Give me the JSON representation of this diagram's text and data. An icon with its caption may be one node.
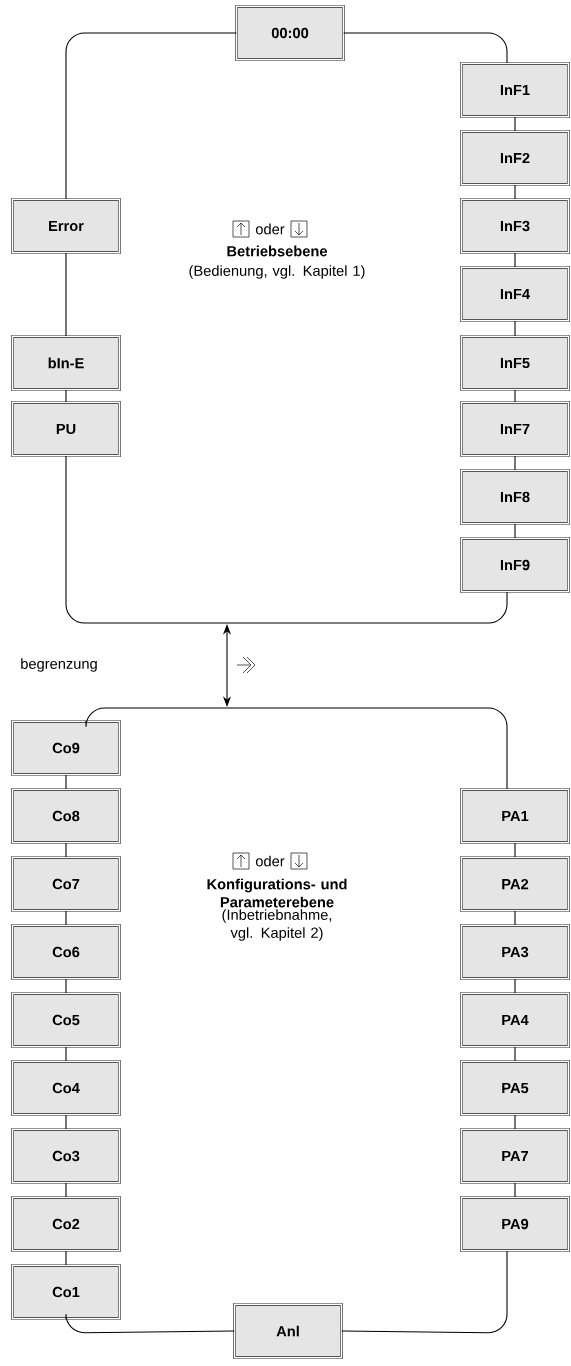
{
  "diagram": {
    "nodes": [
      {
        "text": [
          "00:00"
        ]
      },
      {
        "text": [
          "InF1"
        ]
      },
      {
        "text": [
          "InF2"
        ]
      },
      {
        "text": [
          "InF3"
        ]
      },
      {
        "text": [
          "InF4"
        ]
      },
      {
        "text": [
          "InF5"
        ]
      },
      {
        "text": [
          "InF7"
        ]
      },
      {
        "text": [
          "InF8"
        ]
      },
      {
        "text": [
          "InF9"
        ]
      },
      {
        "text": [
          "Error"
        ]
      },
      {
        "text": [
          "bIn-E"
        ]
      },
      {
        "text": [
          "PU"
        ]
      },
      {
        "text": [
          "Co9"
        ]
      },
      {
        "text": [
          "Co8"
        ]
      },
      {
        "text": [
          "Co7"
        ]
      },
      {
        "text": [
          "Co6"
        ]
      },
      {
        "text": [
          "Co5"
        ]
      },
      {
        "text": [
          "Co4"
        ]
      },
      {
        "text": [
          "Co3"
        ]
      },
      {
        "text": [
          "Co2"
        ]
      },
      {
        "text": [
          "Co1"
        ]
      },
      {
        "text": [
          "PA1"
        ]
      },
      {
        "text": [
          "PA2"
        ]
      },
      {
        "text": [
          "PA3"
        ]
      },
      {
        "text": [
          "PA4"
        ]
      },
      {
        "text": [
          "PA5"
        ]
      },
      {
        "text": [
          "PA7"
        ]
      },
      {
        "text": [
          "PA9"
        ]
      },
      {
        "text": [
          "Anl"
        ]
      }
    ],
    "edges": [
      {
        "from": 0,
        "to": 1,
        "arrow": "none"
      },
      {
        "from": 1,
        "to": 2,
        "arrow": "none"
      },
      {
        "from": 2,
        "to": 3,
        "arrow": "none"
      },
      {
        "from": 3,
        "to": 4,
        "arrow": "none"
      },
      {
        "from": 4,
        "to": 5,
        "arrow": "none"
      },
      {
        "from": 5,
        "to": 6,
        "arrow": "none"
      },
      {
        "from": 6,
        "to": 7,
        "arrow": "none"
      },
      {
        "from": 7,
        "to": 8,
        "arrow": "none"
      },
      {
        "from": 8,
        "to": 11,
        "arrow": "none"
      },
      {
        "from": 11,
        "to": 10,
        "arrow": "none"
      },
      {
        "from": 10,
        "to": 9,
        "arrow": "none"
      },
      {
        "from": 9,
        "to": 0,
        "arrow": "none"
      },
      {
        "from": 12,
        "to": 13,
        "arrow": "none"
      },
      {
        "from": 13,
        "to": 14,
        "arrow": "none"
      },
      {
        "from": 14,
        "to": 15,
        "arrow": "none"
      },
      {
        "from": 15,
        "to": 16,
        "arrow": "none"
      },
      {
        "from": 16,
        "to": 17,
        "arrow": "none"
      },
      {
        "from": 17,
        "to": 18,
        "arrow": "none"
      },
      {
        "from": 18,
        "to": 19,
        "arrow": "none"
      },
      {
        "from": 19,
        "to": 20,
        "arrow": "none"
      },
      {
        "from": 20,
        "to": 28,
        "arrow": "none"
      },
      {
        "from": 28,
        "to": 27,
        "arrow": "none"
      },
      {
        "from": 27,
        "to": 26,
        "arrow": "none"
      },
      {
        "from": 26,
        "to": 25,
        "arrow": "none"
      },
      {
        "from": 25,
        "to": 24,
        "arrow": "none"
      },
      {
        "from": 24,
        "to": 23,
        "arrow": "none"
      },
      {
        "from": 23,
        "to": 22,
        "arrow": "none"
      },
      {
        "from": 22,
        "to": 21,
        "arrow": "none"
      },
      {
        "from": 21,
        "to": 12,
        "arrow": "none"
      }
    ],
    "labels": [
      "oder",
      "Betriebsebene",
      "(Bedienung, vgl. Kapitel 1)",
      "begrenzung",
      "oder",
      "Konfigurations- und Parameterebene",
      "(Inbetriebnahme, vgl. Kapitel 2)"
    ]
  }
}
